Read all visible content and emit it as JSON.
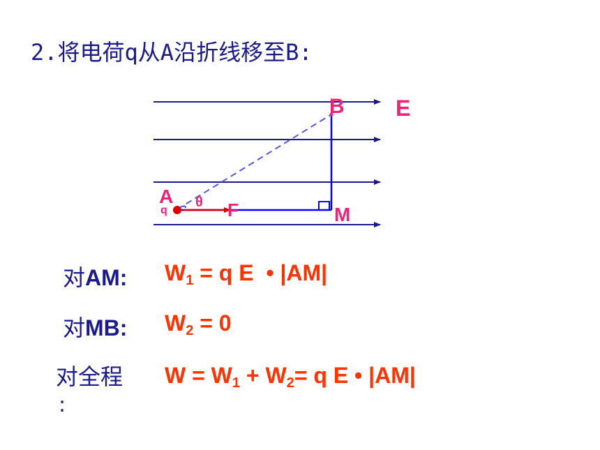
{
  "title": "2.将电荷q从A沿折线移至B:",
  "diagram": {
    "label_B": "B",
    "label_E": "E",
    "label_A": "A",
    "label_q": "q",
    "label_theta": "θ",
    "label_F": "F",
    "label_M": "M",
    "colors": {
      "field_lines": "#1a1a8c",
      "path": "#0000ff",
      "dashed": "#5555ee",
      "labels": "#ee2277",
      "force": "#dd0000"
    }
  },
  "rows": [
    {
      "prefix": "对",
      "label": "AM:",
      "formula_parts": [
        "W",
        "1",
        " = q E  • |AM|"
      ]
    },
    {
      "prefix": "对",
      "label": "MB:",
      "formula_parts": [
        "W",
        "2",
        " = 0"
      ]
    },
    {
      "prefix": "对全程",
      "label": "",
      "formula_parts": [
        "W = W",
        "1",
        " + W",
        "2",
        "= q E • |AM|"
      ]
    }
  ],
  "trailing_colon": ":"
}
